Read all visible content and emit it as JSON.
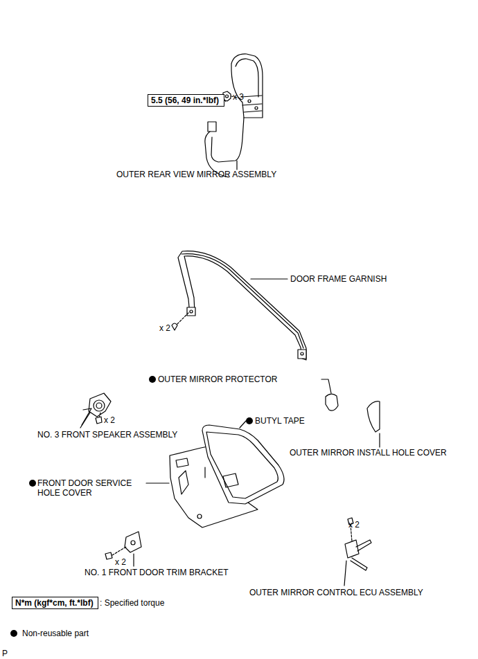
{
  "diagram": {
    "nodes": [
      {
        "text": [
          "5.5 (56, 49 in.*lbf)"
        ]
      },
      {
        "text": [
          "N*m (kgf*cm, ft.*lbf)"
        ]
      }
    ],
    "labels": [
      "x 3",
      "OUTER REAR VIEW MIRROR ASSEMBLY",
      "DOOR FRAME GARNISH",
      "x 2",
      "OUTER MIRROR PROTECTOR",
      "x 2",
      "NO. 3 FRONT SPEAKER ASSEMBLY",
      "BUTYL TAPE",
      "OUTER MIRROR INSTALL HOLE COVER",
      "FRONT DOOR SERVICE HOLE COVER",
      "x 2",
      "x 2",
      "NO. 1 FRONT DOOR TRIM BRACKET",
      "OUTER MIRROR CONTROL ECU ASSEMBLY",
      "P"
    ],
    "legend": [
      {
        "text": ": Specified torque"
      },
      {
        "text": "Non-reusable part"
      }
    ]
  }
}
